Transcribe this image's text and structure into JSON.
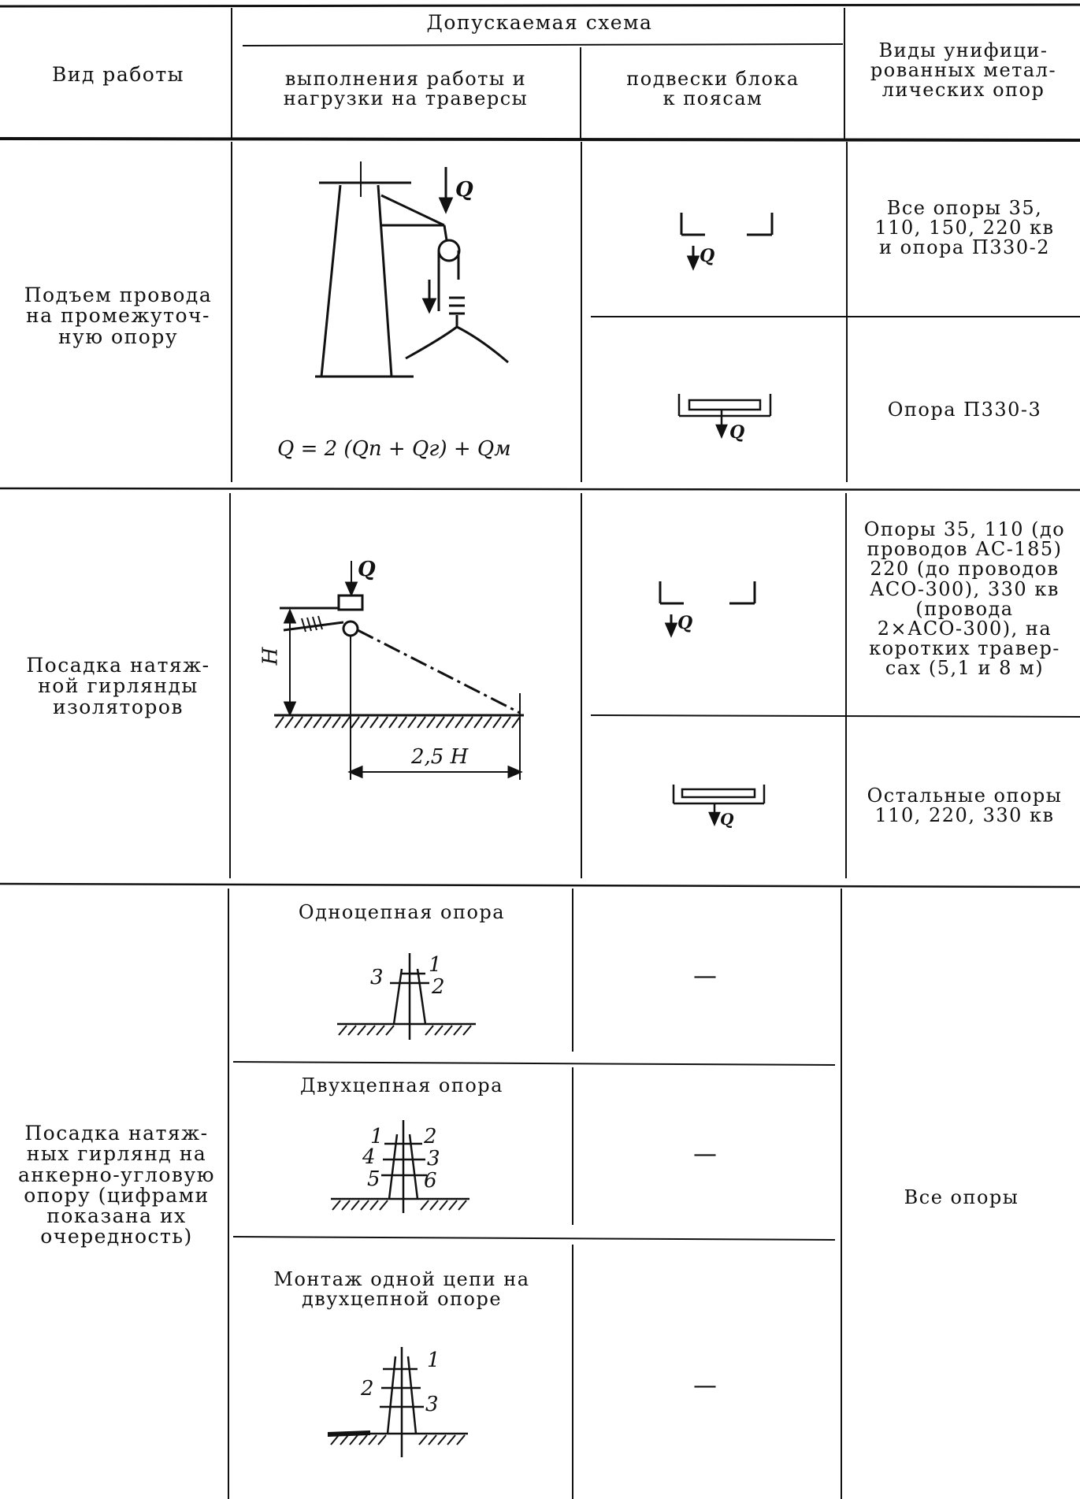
{
  "table": {
    "header": {
      "work_type": "Вид работы",
      "allowed_scheme": "Допускаемая схема",
      "scheme_execution": "выполнения работы и\nнагрузки на траверсы",
      "scheme_suspension": "подвески блока\nк поясам",
      "tower_types": "Виды унифици-\nрованных метал-\nлических опор"
    },
    "rows": [
      {
        "work": "Подъем провода\nна промежуточ-\nную опору",
        "formula": "Q = 2 (Qп + Qг) + Qм",
        "load_label": "Q",
        "options": [
          {
            "tower": "Все опоры 35,\n110, 150, 220 кв\nи опора П330-2",
            "load_label": "Q"
          },
          {
            "tower": "Опора П330-3",
            "load_label": "Q"
          }
        ]
      },
      {
        "work": "Посадка натяж-\nной гирлянды\nизоляторов",
        "load_label": "Q",
        "height_label": "H",
        "distance_label": "2,5 H",
        "options": [
          {
            "tower": "Опоры 35, 110 (до\nпроводов АС-185)\n220 (до проводов\nАСО-300), 330 кв\n(провода\n2×АСО-300), на\nкоротких травер-\nсах (5,1 и 8 м)",
            "load_label": "Q"
          },
          {
            "tower": "Остальные опоры\n110, 220, 330 кв",
            "load_label": "Q"
          }
        ]
      },
      {
        "work": "Посадка натяж-\nных гирлянд на\nанкерно-угловую\nопору (цифрами\nпоказана их\nочередность)",
        "tower": "Все опоры",
        "subrows": [
          {
            "title": "Одноцепная опора",
            "labels": [
              "1",
              "2",
              "3"
            ],
            "suspension": "—"
          },
          {
            "title": "Двухцепная опора",
            "labels": [
              "1",
              "2",
              "4",
              "3",
              "5",
              "6"
            ],
            "suspension": "—"
          },
          {
            "title": "Монтаж одной цепи на\nдвухцепной опоре",
            "labels": [
              "1",
              "2",
              "3"
            ],
            "suspension": "—"
          }
        ]
      }
    ]
  }
}
